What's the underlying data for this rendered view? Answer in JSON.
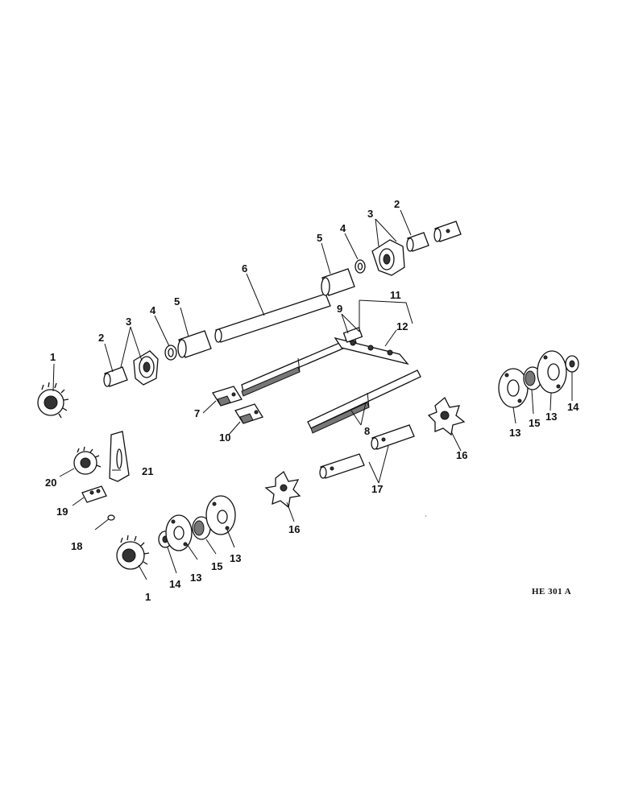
{
  "figure_code": "HE 301 A",
  "callouts": {
    "c1a": "1",
    "c1b": "1",
    "c2a": "2",
    "c2b": "2",
    "c3a": "3",
    "c3b": "3",
    "c4a": "4",
    "c4b": "4",
    "c5a": "5",
    "c5b": "5",
    "c6": "6",
    "c7": "7",
    "c8": "8",
    "c9": "9",
    "c10": "10",
    "c11": "11",
    "c12": "12",
    "c13a": "13",
    "c13b": "13",
    "c13c": "13",
    "c13d": "13",
    "c14a": "14",
    "c14b": "14",
    "c15a": "15",
    "c15b": "15",
    "c16a": "16",
    "c16b": "16",
    "c17": "17",
    "c18": "18",
    "c19": "19",
    "c20": "20",
    "c21": "21"
  }
}
